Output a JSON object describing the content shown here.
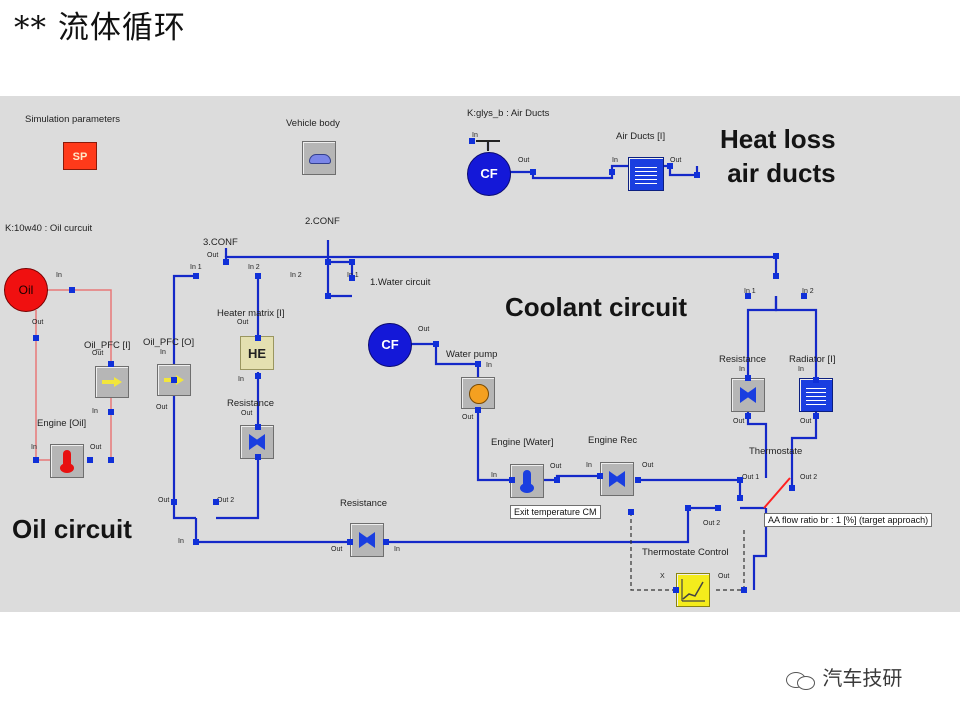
{
  "slide": {
    "title": "** 流体循环",
    "watermark": "汽车技研"
  },
  "headings": {
    "heat_loss": "Heat loss\n air ducts",
    "coolant": "Coolant circuit",
    "oil": "Oil circuit"
  },
  "labels": {
    "sim_params": "Simulation parameters",
    "vehicle_body": "Vehicle body",
    "glys": "K:glys_b : Air Ducts",
    "air_ducts": "Air Ducts [I]",
    "oil_source": "K:10w40 : Oil curcuit",
    "conf2": "2.CONF",
    "conf3": "3.CONF",
    "water_circuit": "1.Water circuit",
    "heater_matrix": "Heater matrix [I]",
    "oil_pfc_i": "Oil_PFC [I]",
    "oil_pfc_o": "Oil_PFC [O]",
    "resistance_heater": "Resistance",
    "engine_oil": "Engine [Oil]",
    "water_pump": "Water pump",
    "engine_water": "Engine [Water]",
    "engine_rec": "Engine Rec",
    "resistance_right": "Resistance",
    "radiator": "Radiator [I]",
    "thermostate": "Thermostate",
    "resistance_bottom": "Resistance",
    "thermostate_control": "Thermostate Control",
    "exit_temp": "Exit temperature CM",
    "flow_ratio": "AA flow ratio br : 1 [%] (target approach)"
  },
  "icons": {
    "sp": "SP",
    "oil": "Oil",
    "cf_air": "CF",
    "cf_water": "CF",
    "he": "HE"
  },
  "ports": {
    "in": "In",
    "out": "Out",
    "in1": "In 1",
    "in2": "In 2",
    "out1": "Out 1",
    "out2": "Out 2",
    "x": "X"
  },
  "colors": {
    "wire": "#1428c8",
    "oil_wire": "#e87878",
    "port": "#1030d8",
    "cf": "#1418d8",
    "oil": "#f01010",
    "sp": "#ff3a1a",
    "canvas": "#dcdcdc"
  }
}
